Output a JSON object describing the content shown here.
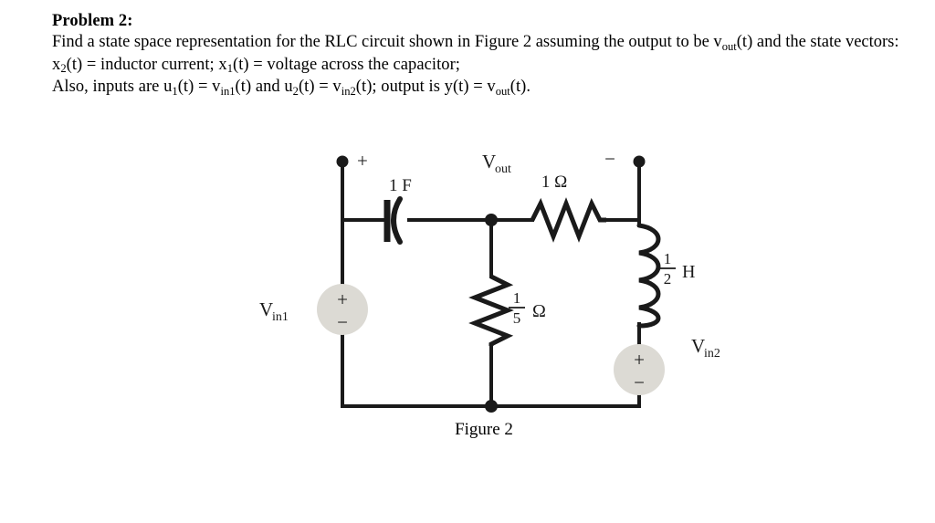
{
  "problem": {
    "title": "Problem 2:",
    "line1_a": "Find a state space representation for the RLC circuit shown in Figure 2 assuming the output to be v",
    "line1_sub": "out",
    "line1_b": "(t) and the state vectors:",
    "line2_a": "x",
    "line2_sub1": "2",
    "line2_b": "(t) = inductor current;  x",
    "line2_sub2": "1",
    "line2_c": "(t) = voltage across the capacitor;",
    "line3_a": "Also, inputs are u",
    "line3_sub1": "1",
    "line3_b": "(t) = v",
    "line3_sub2": "in1",
    "line3_c": "(t) and u",
    "line3_sub3": "2",
    "line3_d": "(t) = v",
    "line3_sub4": "in2",
    "line3_e": "(t); output is y(t) = v",
    "line3_sub5": "out",
    "line3_f": "(t)."
  },
  "figure": {
    "caption": "Figure 2",
    "vout_label": "V",
    "vout_sub": "out",
    "terminal_plus": "+",
    "terminal_minus": "−",
    "capacitor_label": "1 F",
    "resistor_top_label": "1 Ω",
    "resistor_mid_num": "1",
    "resistor_mid_den": "5",
    "resistor_mid_unit": "Ω",
    "inductor_num": "1",
    "inductor_den": "2",
    "inductor_unit": "H",
    "source1_label": "V",
    "source1_sub": "in1",
    "source2_label": "V",
    "source2_sub": "in2",
    "source_plus": "+",
    "source_minus": "−",
    "colors": {
      "wire": "#1a1a1a",
      "source_fill": "#dcdad4",
      "background": "#ffffff",
      "text": "#000000"
    }
  }
}
